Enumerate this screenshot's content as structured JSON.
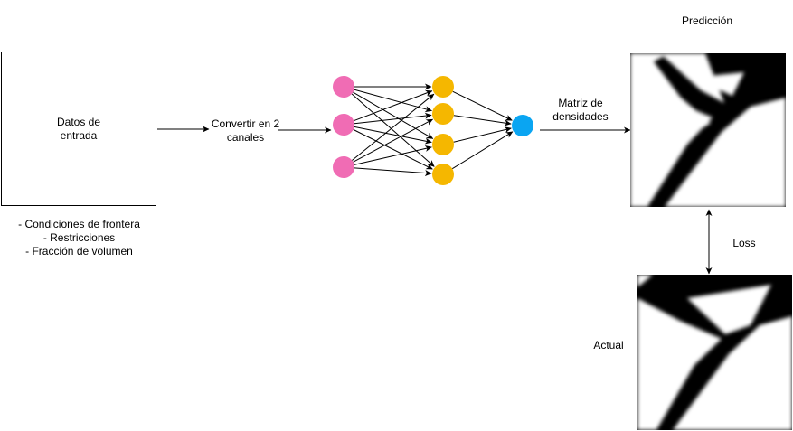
{
  "input": {
    "title": "Datos de\nentrada",
    "conditions": [
      "- Condiciones de frontera",
      "- Restricciones",
      "- Fracción de volumen"
    ]
  },
  "convert_label": "Convertir en 2\ncanales",
  "output_label": "Matriz de\ndensidades",
  "prediction_label": "Predicción",
  "actual_label": "Actual",
  "loss_label": "Loss",
  "colors": {
    "input_neuron": "#f06cb4",
    "hidden_neuron": "#f5b700",
    "output_neuron": "#0aa5f2",
    "line": "#000000"
  },
  "network": {
    "layers": [
      3,
      4,
      1
    ]
  }
}
